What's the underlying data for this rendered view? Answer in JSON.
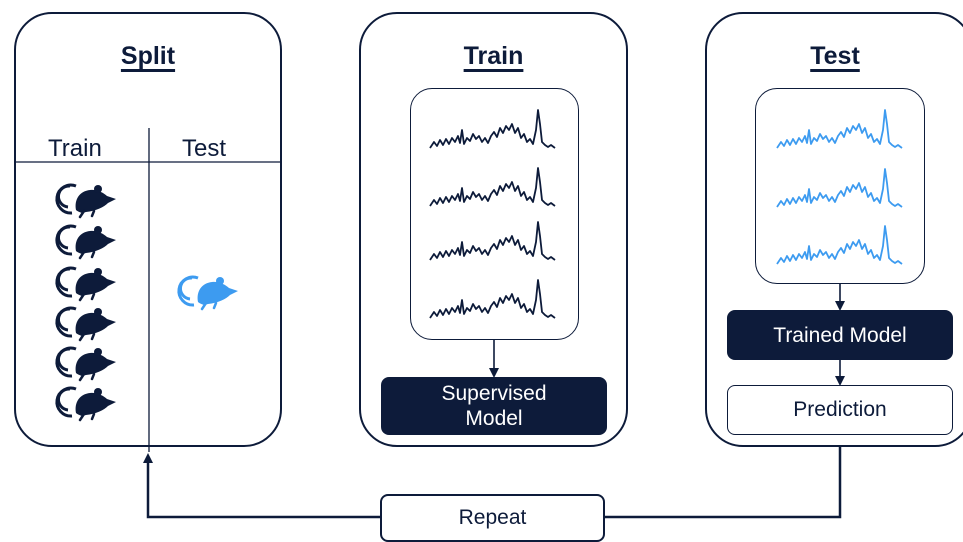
{
  "panels": {
    "split": {
      "title": "Split",
      "train_label": "Train",
      "test_label": "Test"
    },
    "train": {
      "title": "Train",
      "model_label": "Supervised Model"
    },
    "test": {
      "title": "Test",
      "model_label": "Trained Model",
      "prediction_label": "Prediction"
    }
  },
  "loop": {
    "repeat_label": "Repeat"
  },
  "colors": {
    "navy": "#0d1b3a",
    "blue": "#3d9bf0"
  },
  "icons": {
    "train_mice": "mouse-icon",
    "test_mouse": "mouse-icon"
  }
}
